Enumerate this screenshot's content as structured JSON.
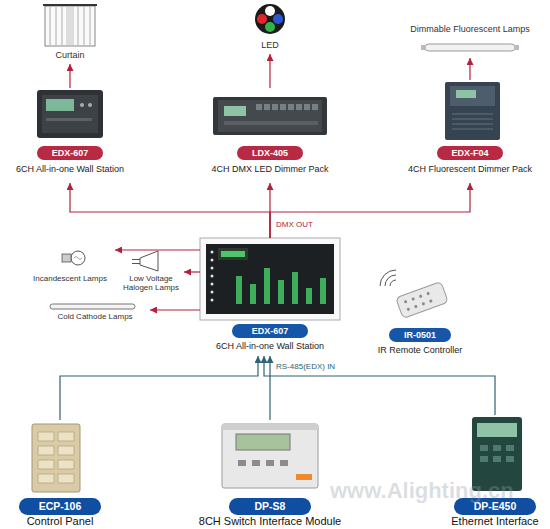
{
  "diagram": {
    "nodes": [
      {
        "text": [
          "Curtain"
        ]
      },
      {
        "text": [
          "LED"
        ]
      },
      {
        "text": [
          "Dimmable Fluorescent Lamps"
        ]
      },
      {
        "text": [
          "EDX-607",
          "6CH All-in-one Wall Station"
        ]
      },
      {
        "text": [
          "LDX-405",
          "4CH DMX LED Dimmer Pack"
        ]
      },
      {
        "text": [
          "EDX-F04",
          "4CH Fluorescent Dimmer Pack"
        ]
      },
      {
        "text": [
          "Incandescent Lamps"
        ]
      },
      {
        "text": [
          "Low Voltage Halogen Lamps"
        ]
      },
      {
        "text": [
          "Cold Cathode Lamps"
        ]
      },
      {
        "text": [
          "EDX-607",
          "6CH All-in-one Wall Station"
        ]
      },
      {
        "text": [
          "IR-0501",
          "IR Remote Controller"
        ]
      },
      {
        "text": [
          "ECP-106",
          "Control Panel"
        ]
      },
      {
        "text": [
          "DP-S8",
          "8CH Switch Interface Module"
        ]
      },
      {
        "text": [
          "DP-E450",
          "Ethernet Interface"
        ]
      }
    ],
    "edges": [
      {
        "from": 3,
        "to": 0,
        "arrow": "to"
      },
      {
        "from": 4,
        "to": 1,
        "arrow": "to"
      },
      {
        "from": 5,
        "to": 2,
        "arrow": "to"
      },
      {
        "from": 9,
        "to": 3,
        "arrow": "to"
      },
      {
        "from": 9,
        "to": 4,
        "arrow": "to"
      },
      {
        "from": 9,
        "to": 5,
        "arrow": "to"
      },
      {
        "from": 9,
        "to": 6,
        "arrow": "to"
      },
      {
        "from": 9,
        "to": 7,
        "arrow": "to"
      },
      {
        "from": 9,
        "to": 8,
        "arrow": "to"
      },
      {
        "from": 11,
        "to": 9,
        "arrow": "to"
      },
      {
        "from": 12,
        "to": 9,
        "arrow": "to"
      },
      {
        "from": 13,
        "to": 9,
        "arrow": "to"
      }
    ],
    "labels": [
      "DMX OUT",
      "RS-485(EDX) IN",
      "www.Alighting.cn"
    ]
  }
}
